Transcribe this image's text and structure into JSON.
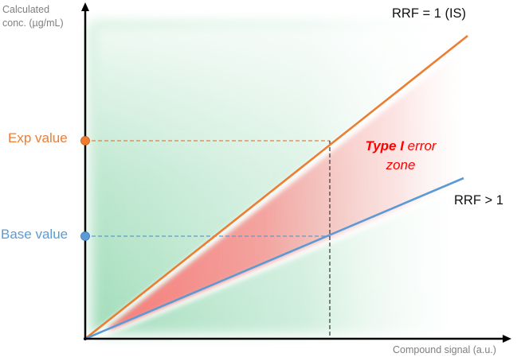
{
  "chart_data": {
    "type": "line",
    "title": "",
    "xlabel": "Compound signal (a.u.)",
    "ylabel": "Calculated conc. (µg/mL)",
    "grid": false,
    "axis_ticks": "none",
    "series": [
      {
        "name": "RRF = 1 (IS)",
        "color": "#ed7d31",
        "x": [
          0,
          1.0
        ],
        "y": [
          0,
          1.0
        ],
        "description": "steeper line"
      },
      {
        "name": "RRF > 1",
        "color": "#5b9bd5",
        "x": [
          0,
          0.99
        ],
        "y": [
          0,
          0.53
        ],
        "description": "shallower line"
      }
    ],
    "reference_points": [
      {
        "label": "Exp value",
        "color": "#ed7d31",
        "y": 0.65,
        "x_intersect": 0.64
      },
      {
        "label": "Base value",
        "color": "#5b9bd5",
        "y": 0.34,
        "x_intersect": 0.64
      }
    ],
    "regions": [
      {
        "name": "Type I error zone",
        "color": "#ff8080",
        "between": [
          "RRF = 1 (IS)",
          "RRF > 1"
        ]
      },
      {
        "name": "background",
        "color": "#a8e0c0"
      }
    ],
    "annotations": [
      "Type I error zone",
      "RRF = 1 (IS)",
      "RRF > 1",
      "Exp value",
      "Base value"
    ]
  },
  "axes": {
    "y_label_line1": "Calculated",
    "y_label_line2": "conc. (µg/mL)",
    "x_label": "Compound signal (a.u.)"
  },
  "lines": {
    "rrf_is_label": "RRF = 1 (IS)",
    "rrf_gt_label": "RRF > 1"
  },
  "markers": {
    "exp_label": "Exp value",
    "base_label": "Base value"
  },
  "zone": {
    "bold_part": "Type I",
    "rest_line1": " error",
    "line2": "zone"
  },
  "colors": {
    "orange": "#ed7d31",
    "blue": "#5b9bd5",
    "red_text": "#ff0000",
    "green_bg": "#a8e0c0",
    "pink_zone": "#ff8a8a",
    "axis": "#000000",
    "label_gray": "#7f7f7f"
  }
}
